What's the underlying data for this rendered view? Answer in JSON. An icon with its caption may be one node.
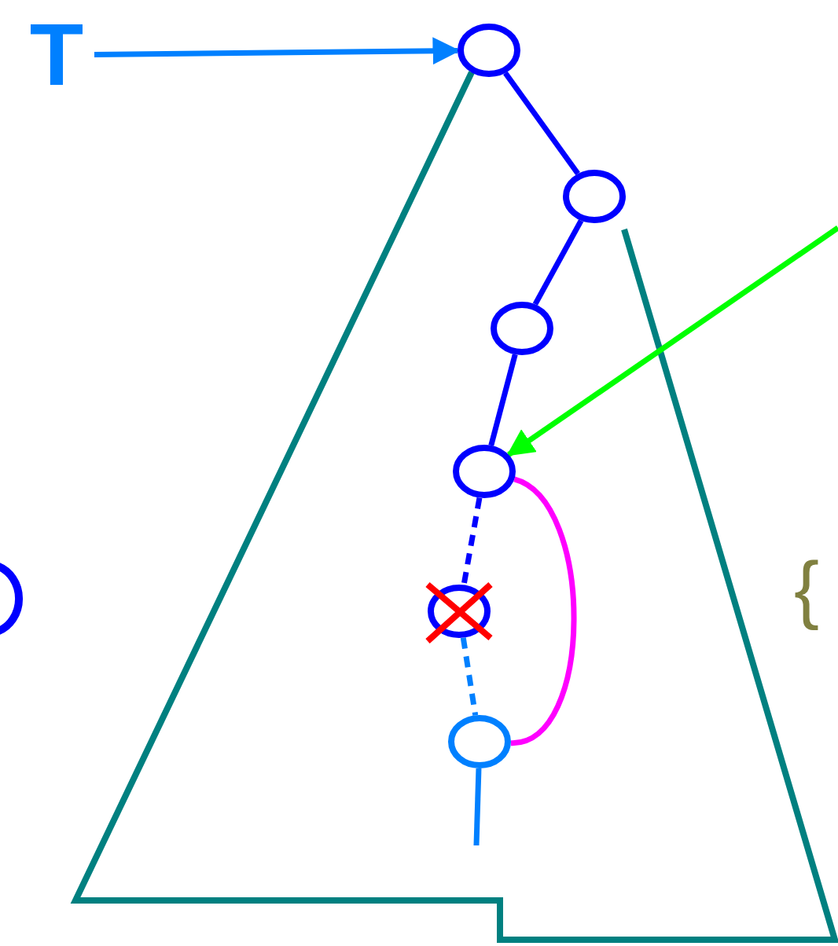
{
  "diagram": {
    "nodes": [
      {
        "text": [
          "T"
        ]
      },
      {
        "text": [],
        "shape": "circle"
      },
      {
        "text": [],
        "shape": "circle"
      },
      {
        "text": [],
        "shape": "circle"
      },
      {
        "text": [],
        "shape": "circle"
      },
      {
        "text": [],
        "shape": "circle"
      },
      {
        "text": [],
        "shape": "circle"
      }
    ],
    "edges": [
      {
        "from": 0,
        "to": 1,
        "arrow": "to",
        "color": "#0080ff"
      },
      {
        "from": 1,
        "to": 2,
        "arrow": "none"
      },
      {
        "from": 2,
        "to": 3,
        "arrow": "none"
      },
      {
        "from": 3,
        "to": 4,
        "arrow": "none"
      },
      {
        "from": 4,
        "to": 5,
        "arrow": "none",
        "style": "dashed"
      },
      {
        "from": 5,
        "to": 6,
        "arrow": "none",
        "style": "dashed",
        "color": "#0080ff"
      },
      {
        "from": 4,
        "to": 6,
        "arrow": "none",
        "color": "#ff00ff"
      },
      {
        "from": null,
        "to": 4,
        "arrow": "to",
        "color": "#00ff00"
      },
      {
        "from": 6,
        "to": null,
        "arrow": "none",
        "color": "#0080ff"
      }
    ],
    "labels": [
      "{"
    ]
  }
}
